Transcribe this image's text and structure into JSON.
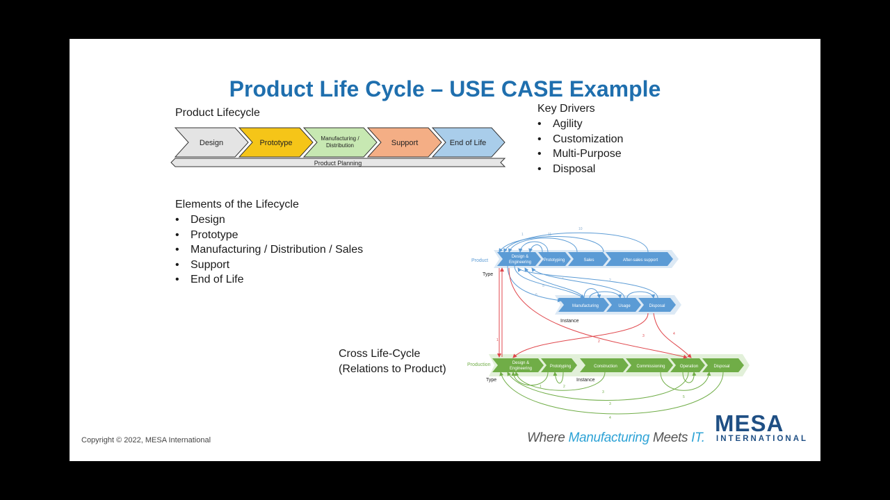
{
  "title": "Product Life Cycle – USE CASE Example",
  "product_lifecycle": {
    "heading": "Product Lifecycle",
    "stages": [
      {
        "label": "Design",
        "color": "#e4e4e4"
      },
      {
        "label": "Prototype",
        "color": "#f5c518"
      },
      {
        "label": "Manufacturing / Distribution",
        "color": "#c7e8b2"
      },
      {
        "label": "Support",
        "color": "#f4ae85"
      },
      {
        "label": "End of Life",
        "color": "#a9cdea"
      }
    ],
    "manufacturing_line1": "Manufacturing /",
    "manufacturing_line2": "Distribution",
    "planning_label": "Product Planning"
  },
  "key_drivers": {
    "heading": "Key Drivers",
    "items": [
      "Agility",
      "Customization",
      "Multi-Purpose",
      "Disposal"
    ]
  },
  "elements": {
    "heading": "Elements of the Lifecycle",
    "items": [
      "Design",
      "Prototype",
      "Manufacturing / Distribution / Sales",
      "Support",
      "End of Life"
    ]
  },
  "cross": {
    "line1": "Cross Life-Cycle",
    "line2": "(Relations to Product)"
  },
  "diagram": {
    "product_label": "Product",
    "type_label": "Type",
    "instance_label": "Instance",
    "production_label": "Production",
    "product_type_stages": [
      "Design & Engineering",
      "Prototyping",
      "Sales",
      "After-sales support"
    ],
    "design_line1": "Design &",
    "design_line2": "Engineering",
    "product_instance_stages": [
      "Manufacturing",
      "Usage",
      "Disposal"
    ],
    "production_type_stages": [
      "Design & Engineering",
      "Prototyping"
    ],
    "production_instance_stages": [
      "Construction",
      "Commissioning",
      "Operation",
      "Disposal"
    ],
    "edge_numbers": [
      "10",
      "11",
      "1",
      "2",
      "3",
      "4",
      "5",
      "6",
      "7",
      "8",
      "9"
    ],
    "colors": {
      "product": "#5b9bd5",
      "production": "#70ad47",
      "cross": "#e0474c"
    }
  },
  "footer": {
    "copyright": "Copyright © 2022, MESA International",
    "tagline_where": "Where ",
    "tagline_manufacturing": "Manufacturing",
    "tagline_meets": " Meets ",
    "tagline_it": "IT.",
    "logo_word": "MESA",
    "logo_sub": "INTERNATIONAL"
  },
  "colors": {
    "title": "#1f6fae",
    "logo": "#1f4f84",
    "accent": "#2ea3d6"
  }
}
